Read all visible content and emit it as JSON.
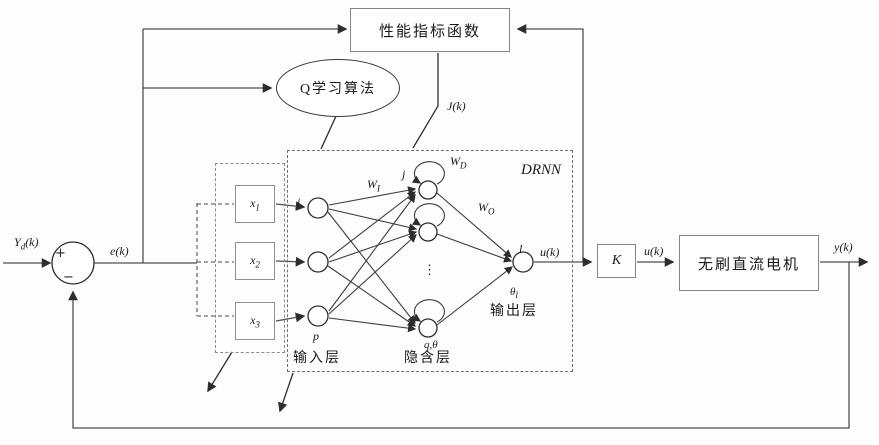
{
  "blocks": {
    "performance": "性能指标函数",
    "qlearning": "Q学习算法",
    "drnn": "DRNN",
    "gain": "K",
    "motor": "无刷直流电机"
  },
  "layers": {
    "input": "输入层",
    "hidden": "隐含层",
    "output": "输出层"
  },
  "signals": {
    "yd": {
      "base": "Y",
      "sub": "d",
      "rest": "(k)"
    },
    "e": "e(k)",
    "J": "J(k)",
    "u_nn": "u(k)",
    "u_gain": "u(k)",
    "y": "y(k)"
  },
  "weights": {
    "input": {
      "base": "W",
      "sub": "I"
    },
    "recurrent": {
      "base": "W",
      "sub": "D"
    },
    "output": {
      "base": "W",
      "sub": "O"
    }
  },
  "nodes": {
    "input_first": "i",
    "input_last": "p",
    "hidden_first": "j",
    "hidden_last": "q,θ",
    "output_index": "l",
    "output_bias": {
      "base": "θ",
      "sub": "l"
    },
    "dots": "⋮"
  },
  "inputs": [
    {
      "base": "x",
      "sub": "1"
    },
    {
      "base": "x",
      "sub": "2"
    },
    {
      "base": "x",
      "sub": "3"
    }
  ],
  "sum": {
    "plus": "+",
    "minus": "−"
  },
  "colors": {
    "line": "#4f4f4f",
    "box_border": "#858585",
    "text": "#1a1a1a"
  }
}
